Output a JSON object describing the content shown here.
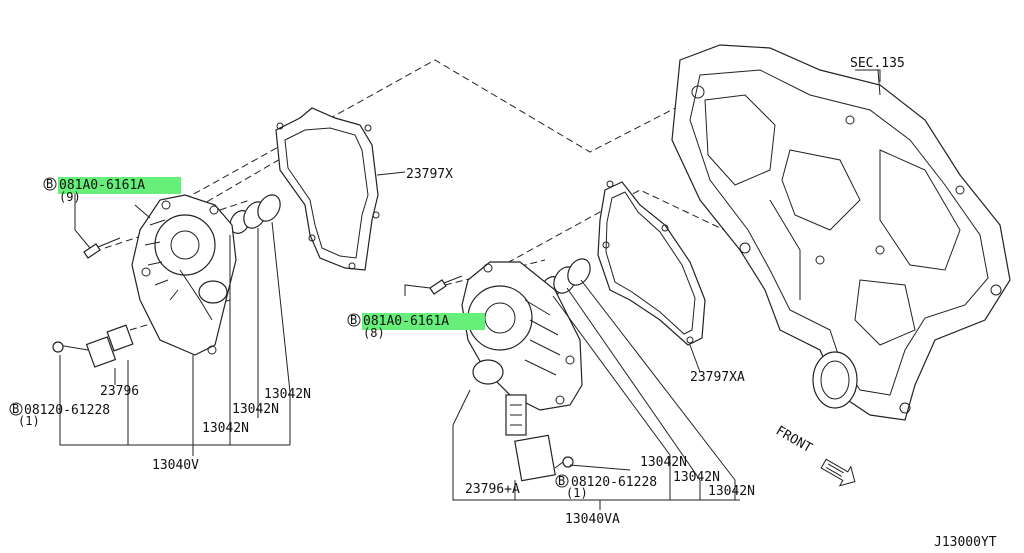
{
  "highlight_color": "#66f07a",
  "labels": {
    "sec": "SEC.135",
    "gasket_x": "23797X",
    "gasket_xa": "23797XA",
    "bolt_left": "081A0-6161A",
    "bolt_left_qty": "(9)",
    "bolt_right": "081A0-6161A",
    "bolt_right_qty": "(8)",
    "bolt_marker": "B",
    "solenoid_left": "23796",
    "solenoid_right": "23796+A",
    "screw_left": "08120-61228",
    "screw_left_qty": "(1)",
    "screw_right": "08120-61228",
    "screw_right_qty": "(1)",
    "oring_1": "13042N",
    "oring_2": "13042N",
    "oring_3": "13042N",
    "oring_4": "13042N",
    "oring_5": "13042N",
    "oring_6": "13042N",
    "cover_left": "13040V",
    "cover_right": "13040VA",
    "front": "FRONT",
    "diagram_id": "J13000YT"
  }
}
